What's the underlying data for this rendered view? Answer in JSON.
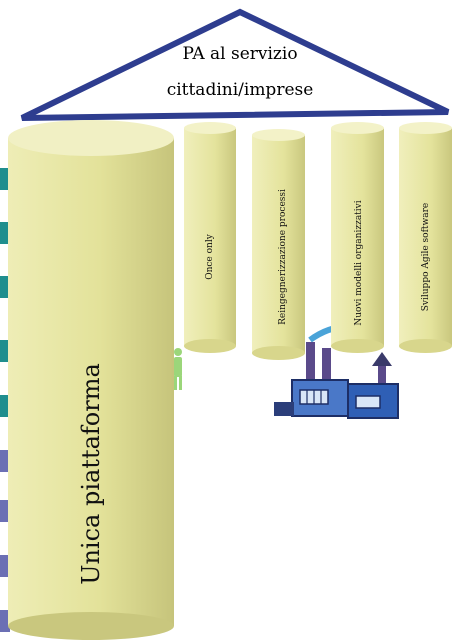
{
  "roof": {
    "line1": "PA al servizio",
    "line2": "cittadini/imprese"
  },
  "main_pillar": {
    "label": "Unica piattaforma"
  },
  "pillars": [
    {
      "label": "Once only"
    },
    {
      "label": "Reingegnerizzazione processi"
    },
    {
      "label": "Nuovi modelli organizzativi"
    },
    {
      "label": "Sviluppo Agile software"
    }
  ],
  "colors": {
    "roof_stroke": "#2e3d8f",
    "pillar_fill": "#e8e7a6",
    "pillar_top": "#f3f2c8",
    "pillar_shade": "#c7c57a",
    "left_bar_teal": "#1f8e8e",
    "left_bar_blue": "#6b6fb4",
    "figure_green": "#9bd67a"
  },
  "icons": [
    "factory-icon",
    "person-icon"
  ]
}
